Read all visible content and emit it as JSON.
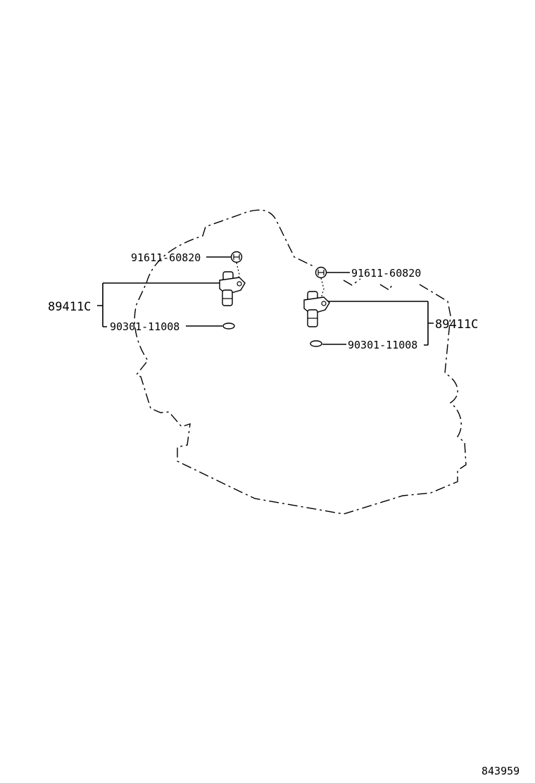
{
  "labels": {
    "bolt_left": "91611-60820",
    "bolt_right": "91611-60820",
    "sensor_left": "89411C",
    "sensor_right": "89411C",
    "oring_left": "90301-11008",
    "oring_right": "90301-11008"
  },
  "figure_id": "843959"
}
